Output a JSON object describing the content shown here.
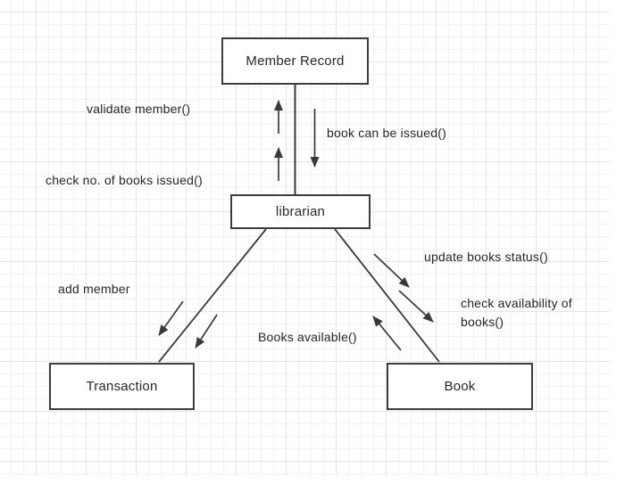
{
  "diagram": {
    "title": "library system communication diagram",
    "nodes": {
      "member_record": "Member Record",
      "librarian": "librarian",
      "transaction": "Transaction",
      "book": "Book"
    },
    "messages": {
      "validate_member": "validate member()",
      "book_can_be_issued": "book can be issued()",
      "check_books_issued": "check no. of books issued()",
      "add_member": "add member",
      "update_books_status": "update books status()",
      "check_availability": "check availability of\nbooks()",
      "books_available": "Books available()"
    },
    "colors": {
      "background": "#ffffff",
      "grid_minor": "#f4f1f3",
      "grid_major": "#e7e4e6",
      "node_fill": "#ffffff",
      "node_border": "#3d3d3d",
      "line": "#3a3a3a",
      "text": "#262626"
    }
  }
}
